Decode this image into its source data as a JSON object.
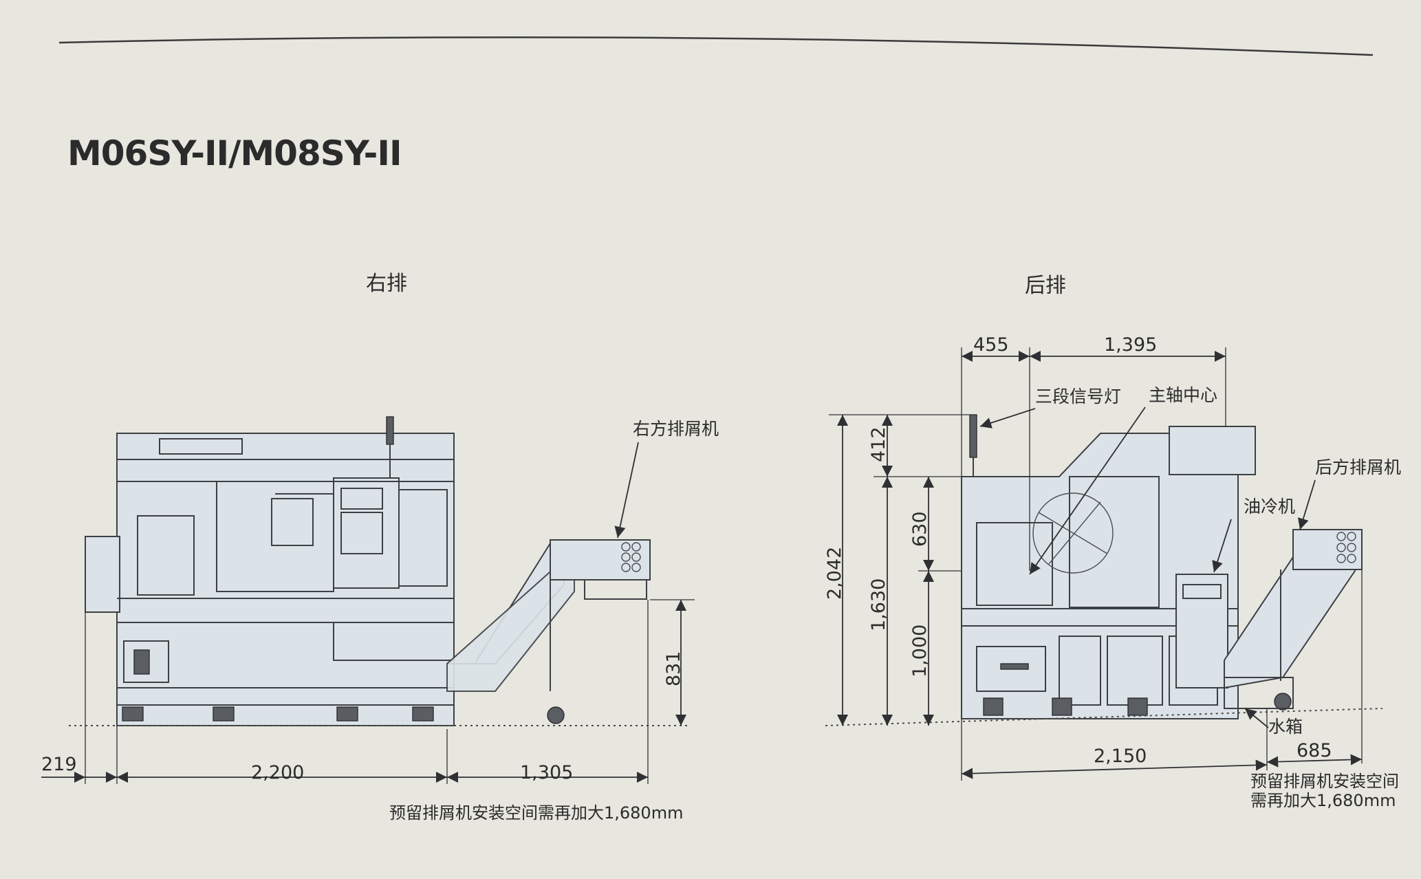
{
  "title": "M06SY-II/M08SY-II",
  "views": {
    "right": {
      "heading": "右排",
      "conveyor_label": "右方排屑机",
      "dims": {
        "front_overhang": "219",
        "machine_length": "2,200",
        "conveyor_length": "1,305",
        "discharge_height": "831"
      },
      "note": "预留排屑机安装空间需再加大1,680mm"
    },
    "rear": {
      "heading": "后排",
      "dims": {
        "top_left": "455",
        "top_right": "1,395",
        "beacon_height": "412",
        "total_height": "2,042",
        "spindle_height": "1,630",
        "spindle_offset": "630",
        "base_height": "1,000",
        "machine_length": "2,150",
        "conveyor_extension": "685"
      },
      "labels": {
        "signal_light": "三段信号灯",
        "spindle_center": "主轴中心",
        "conveyor": "后方排屑机",
        "oil_cooler": "油冷机",
        "water_tank": "水箱"
      },
      "note_line1": "预留排屑机安装空间",
      "note_line2": "需再加大1,680mm"
    }
  }
}
